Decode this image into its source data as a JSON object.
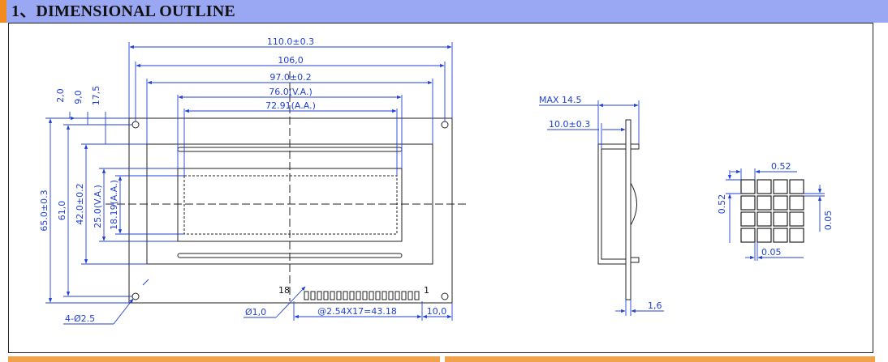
{
  "header": {
    "title": "1、DIMENSIONAL  OUTLINE"
  },
  "colors": {
    "dimension": "#1f3fd6",
    "outline": "#222222",
    "header_bg": "#9aa7f2",
    "accent": "#f28c1e"
  },
  "front_view": {
    "width_overall": "110.0±0.3",
    "width_pcb_holes": "106,0",
    "width_bezel": "97.0±0.2",
    "width_va": "76.0(V.A.)",
    "width_aa": "72.91(A.A.)",
    "top_offset_1": "2,0",
    "top_offset_2": "9,0",
    "top_offset_3": "17,5",
    "height_overall": "65.0±0.3",
    "height_holes": "61,0",
    "height_bezel": "42.0±0.2",
    "height_va": "25.0(V.A.)",
    "height_aa": "18.19(A.A.)",
    "mount_holes": "4-Ø2.5",
    "pin_hole": "Ø1,0",
    "pin_pitch": "@2.54X17=43.18",
    "pin_offset": "10,0",
    "pin_first": "1",
    "pin_last": "18"
  },
  "side_view": {
    "max_thickness": "MAX  14.5",
    "body_thickness": "10.0±0.3",
    "pcb_thickness": "1,6"
  },
  "dot_detail": {
    "dot_width": "0.52",
    "dot_height": "0.52",
    "gap_v": "0.05",
    "gap_h": "0.05"
  }
}
